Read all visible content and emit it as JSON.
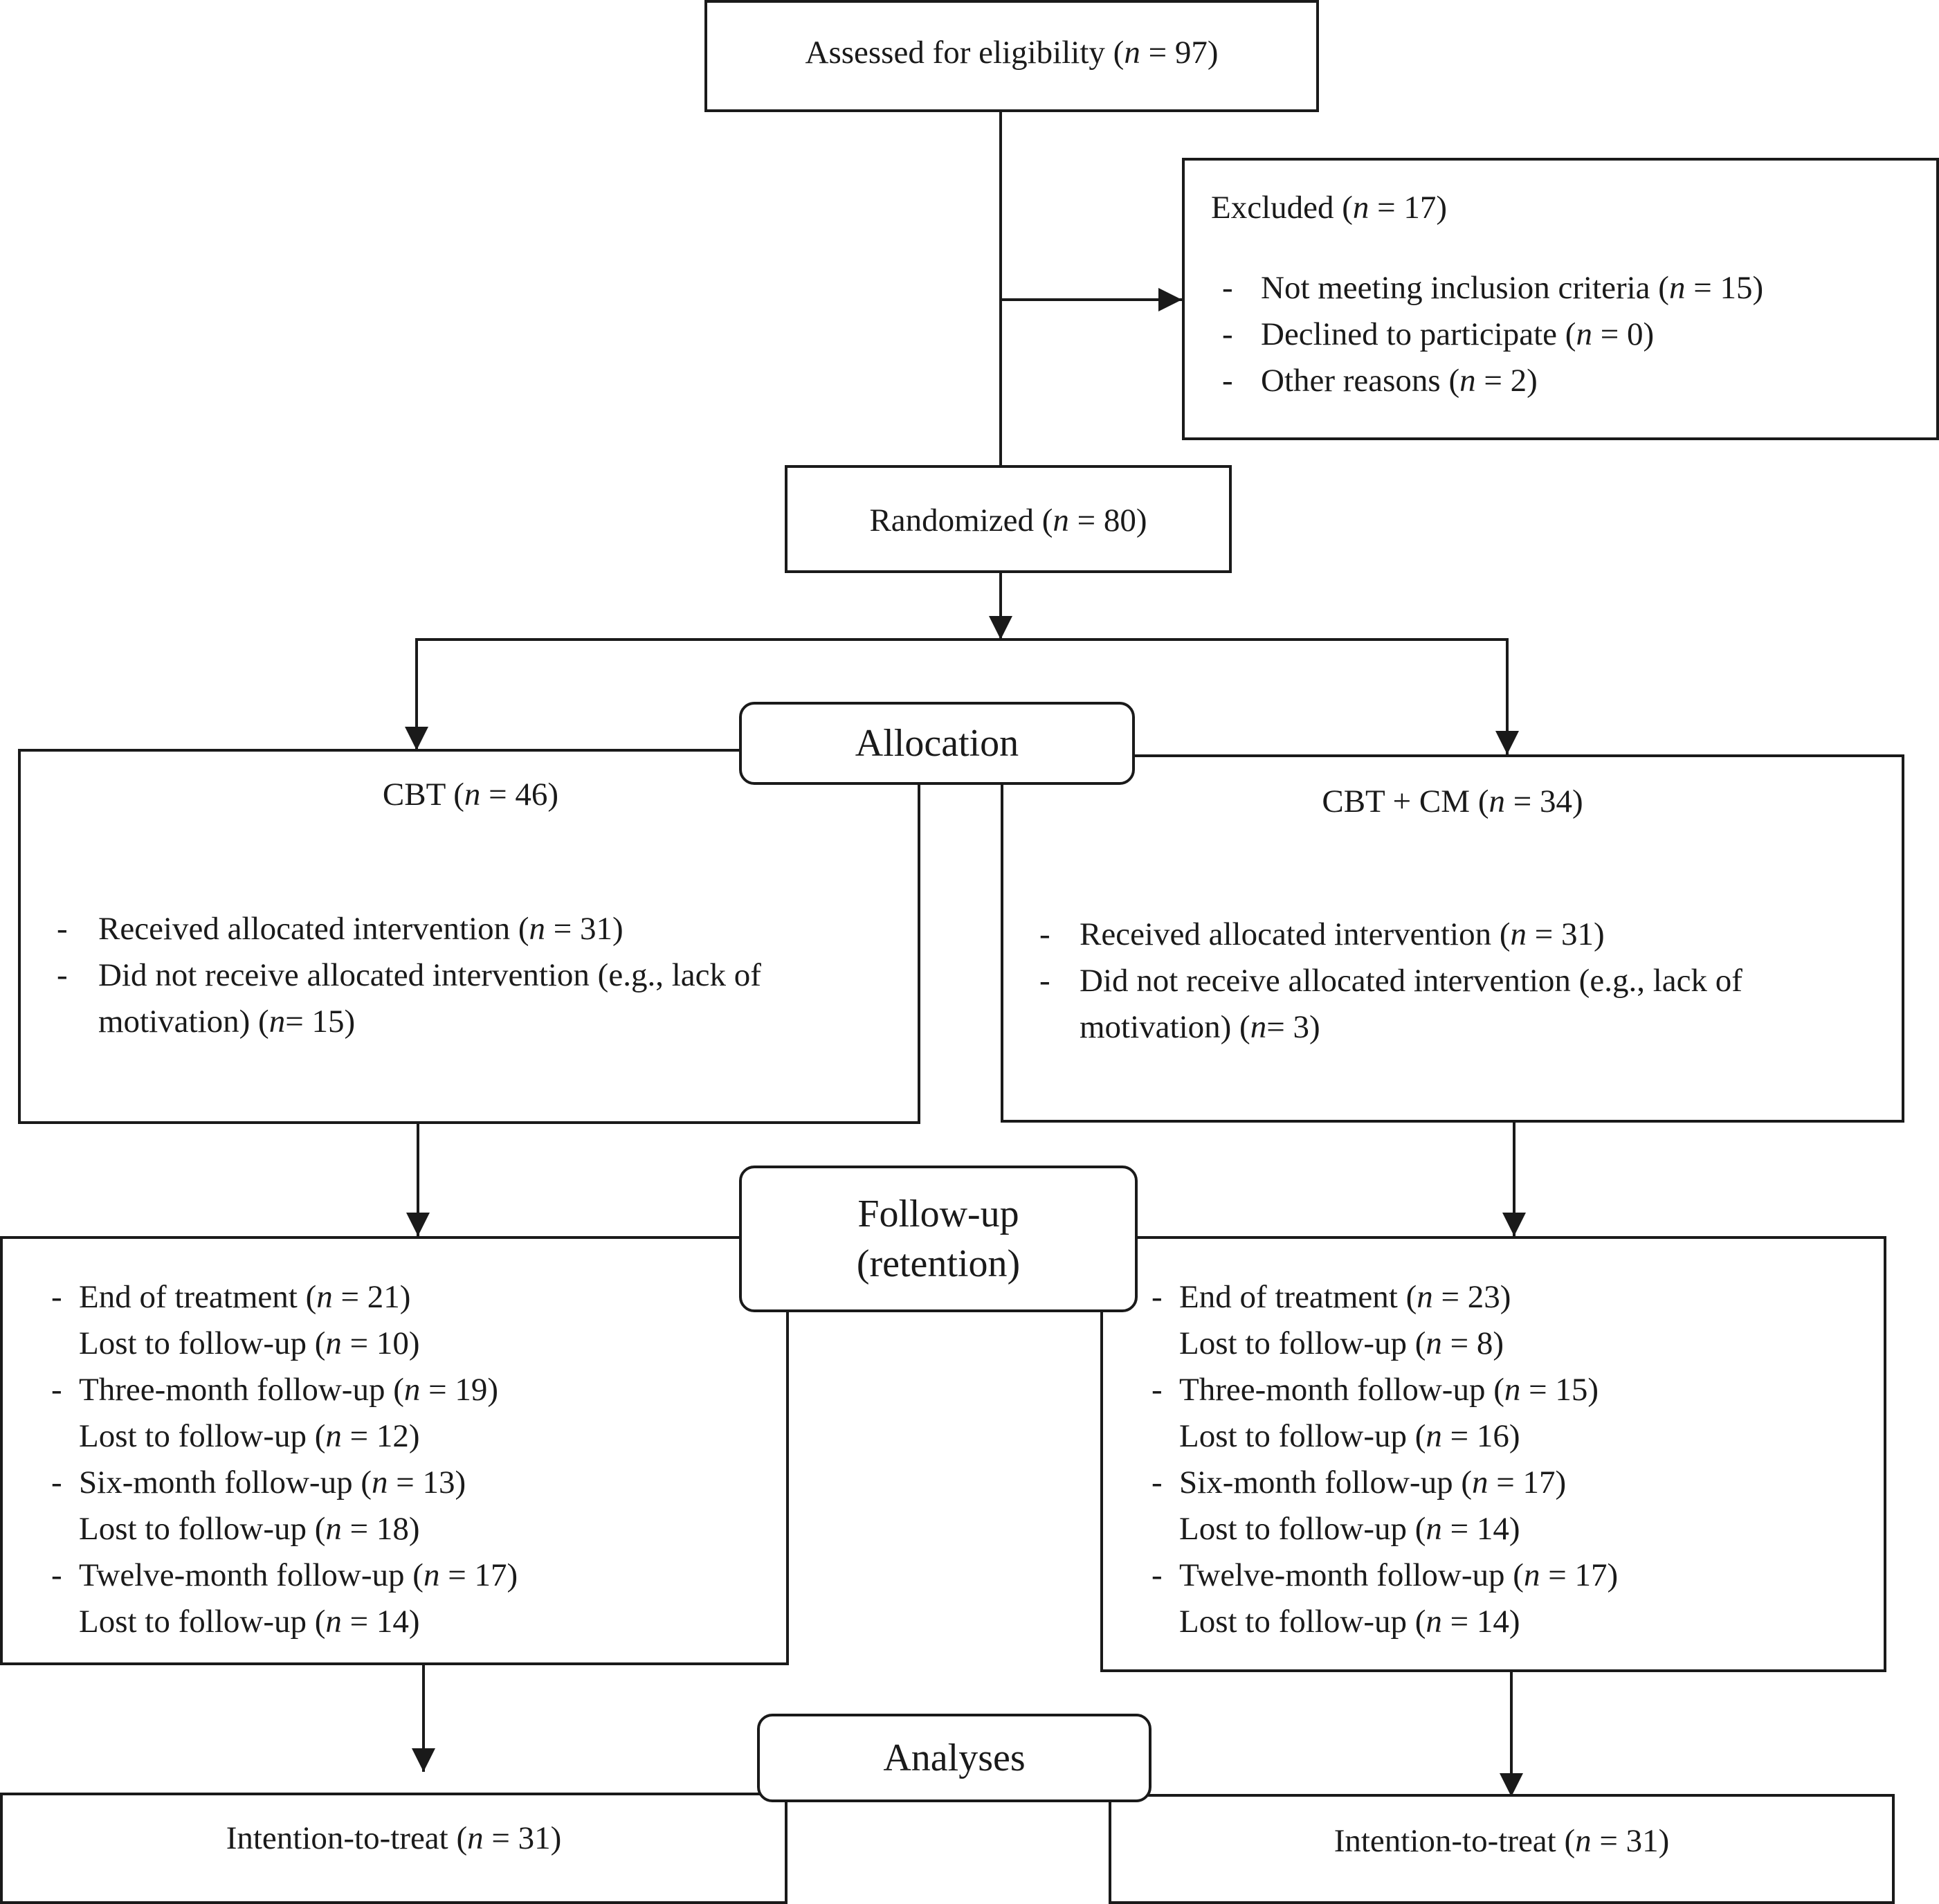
{
  "assessed": {
    "label": "Assessed for eligibility (",
    "n": "n",
    "value": " = 97)"
  },
  "excluded": {
    "title": {
      "label": "Excluded (",
      "n": "n",
      "value": " = 17)"
    },
    "items": [
      {
        "label": "Not meeting inclusion criteria (",
        "n": "n",
        "value": " = 15)"
      },
      {
        "label": "Declined to participate (",
        "n": "n",
        "value": " = 0)"
      },
      {
        "label": "Other reasons (",
        "n": "n",
        "value": " = 2)"
      }
    ]
  },
  "randomized": {
    "label": "Randomized (",
    "n": "n",
    "value": " = 80)"
  },
  "stages": {
    "allocation": "Allocation",
    "followup_line1": "Follow-up",
    "followup_line2": "(retention)",
    "analyses": "Analyses"
  },
  "cbt": {
    "title": {
      "label": "CBT (",
      "n": "n",
      "value": " = 46)"
    },
    "received": {
      "label": "Received allocated intervention (",
      "n": "n",
      "value": " = 31)"
    },
    "not_received_line1": "Did not receive allocated intervention (e.g., lack of",
    "not_received_line2": {
      "label": "motivation) (",
      "n": "n",
      "value": "= 15)"
    },
    "followup": [
      {
        "label": "End of treatment (",
        "n": "n",
        "value": " = 21)",
        "lost_label": "Lost to follow-up (",
        "lost_n": "n",
        "lost_value": " = 10)"
      },
      {
        "label": "Three-month follow-up (",
        "n": "n",
        "value": " = 19)",
        "lost_label": "Lost to follow-up (",
        "lost_n": "n",
        "lost_value": " = 12)"
      },
      {
        "label": "Six-month follow-up (",
        "n": "n",
        "value": " = 13)",
        "lost_label": "Lost to follow-up (",
        "lost_n": "n",
        "lost_value": " = 18)"
      },
      {
        "label": "Twelve-month follow-up (",
        "n": "n",
        "value": " = 17)",
        "lost_label": "Lost to follow-up (",
        "lost_n": "n",
        "lost_value": " = 14)"
      }
    ],
    "itt": {
      "label": "Intention-to-treat (",
      "n": "n",
      "value": " = 31)"
    }
  },
  "cbtcm": {
    "title": {
      "label": "CBT + CM (",
      "n": "n",
      "value": " = 34)"
    },
    "received": {
      "label": "Received allocated intervention (",
      "n": "n",
      "value": " = 31)"
    },
    "not_received_line1": "Did not receive allocated intervention (e.g., lack of",
    "not_received_line2": {
      "label": "motivation) (",
      "n": "n",
      "value": "= 3)"
    },
    "followup": [
      {
        "label": "End of treatment (",
        "n": "n",
        "value": " = 23)",
        "lost_label": "Lost to follow-up (",
        "lost_n": "n",
        "lost_value": " = 8)"
      },
      {
        "label": "Three-month follow-up (",
        "n": "n",
        "value": " = 15)",
        "lost_label": "Lost to follow-up (",
        "lost_n": "n",
        "lost_value": " = 16)"
      },
      {
        "label": "Six-month follow-up (",
        "n": "n",
        "value": " = 17)",
        "lost_label": "Lost to follow-up (",
        "lost_n": "n",
        "lost_value": " = 14)"
      },
      {
        "label": "Twelve-month follow-up (",
        "n": "n",
        "value": " = 17)",
        "lost_label": "Lost to follow-up (",
        "lost_n": "n",
        "lost_value": " = 14)"
      }
    ],
    "itt": {
      "label": "Intention-to-treat (",
      "n": "n",
      "value": " = 31)"
    }
  },
  "bullet": "-",
  "colors": {
    "line": "#1a1a1a",
    "background": "#ffffff"
  }
}
